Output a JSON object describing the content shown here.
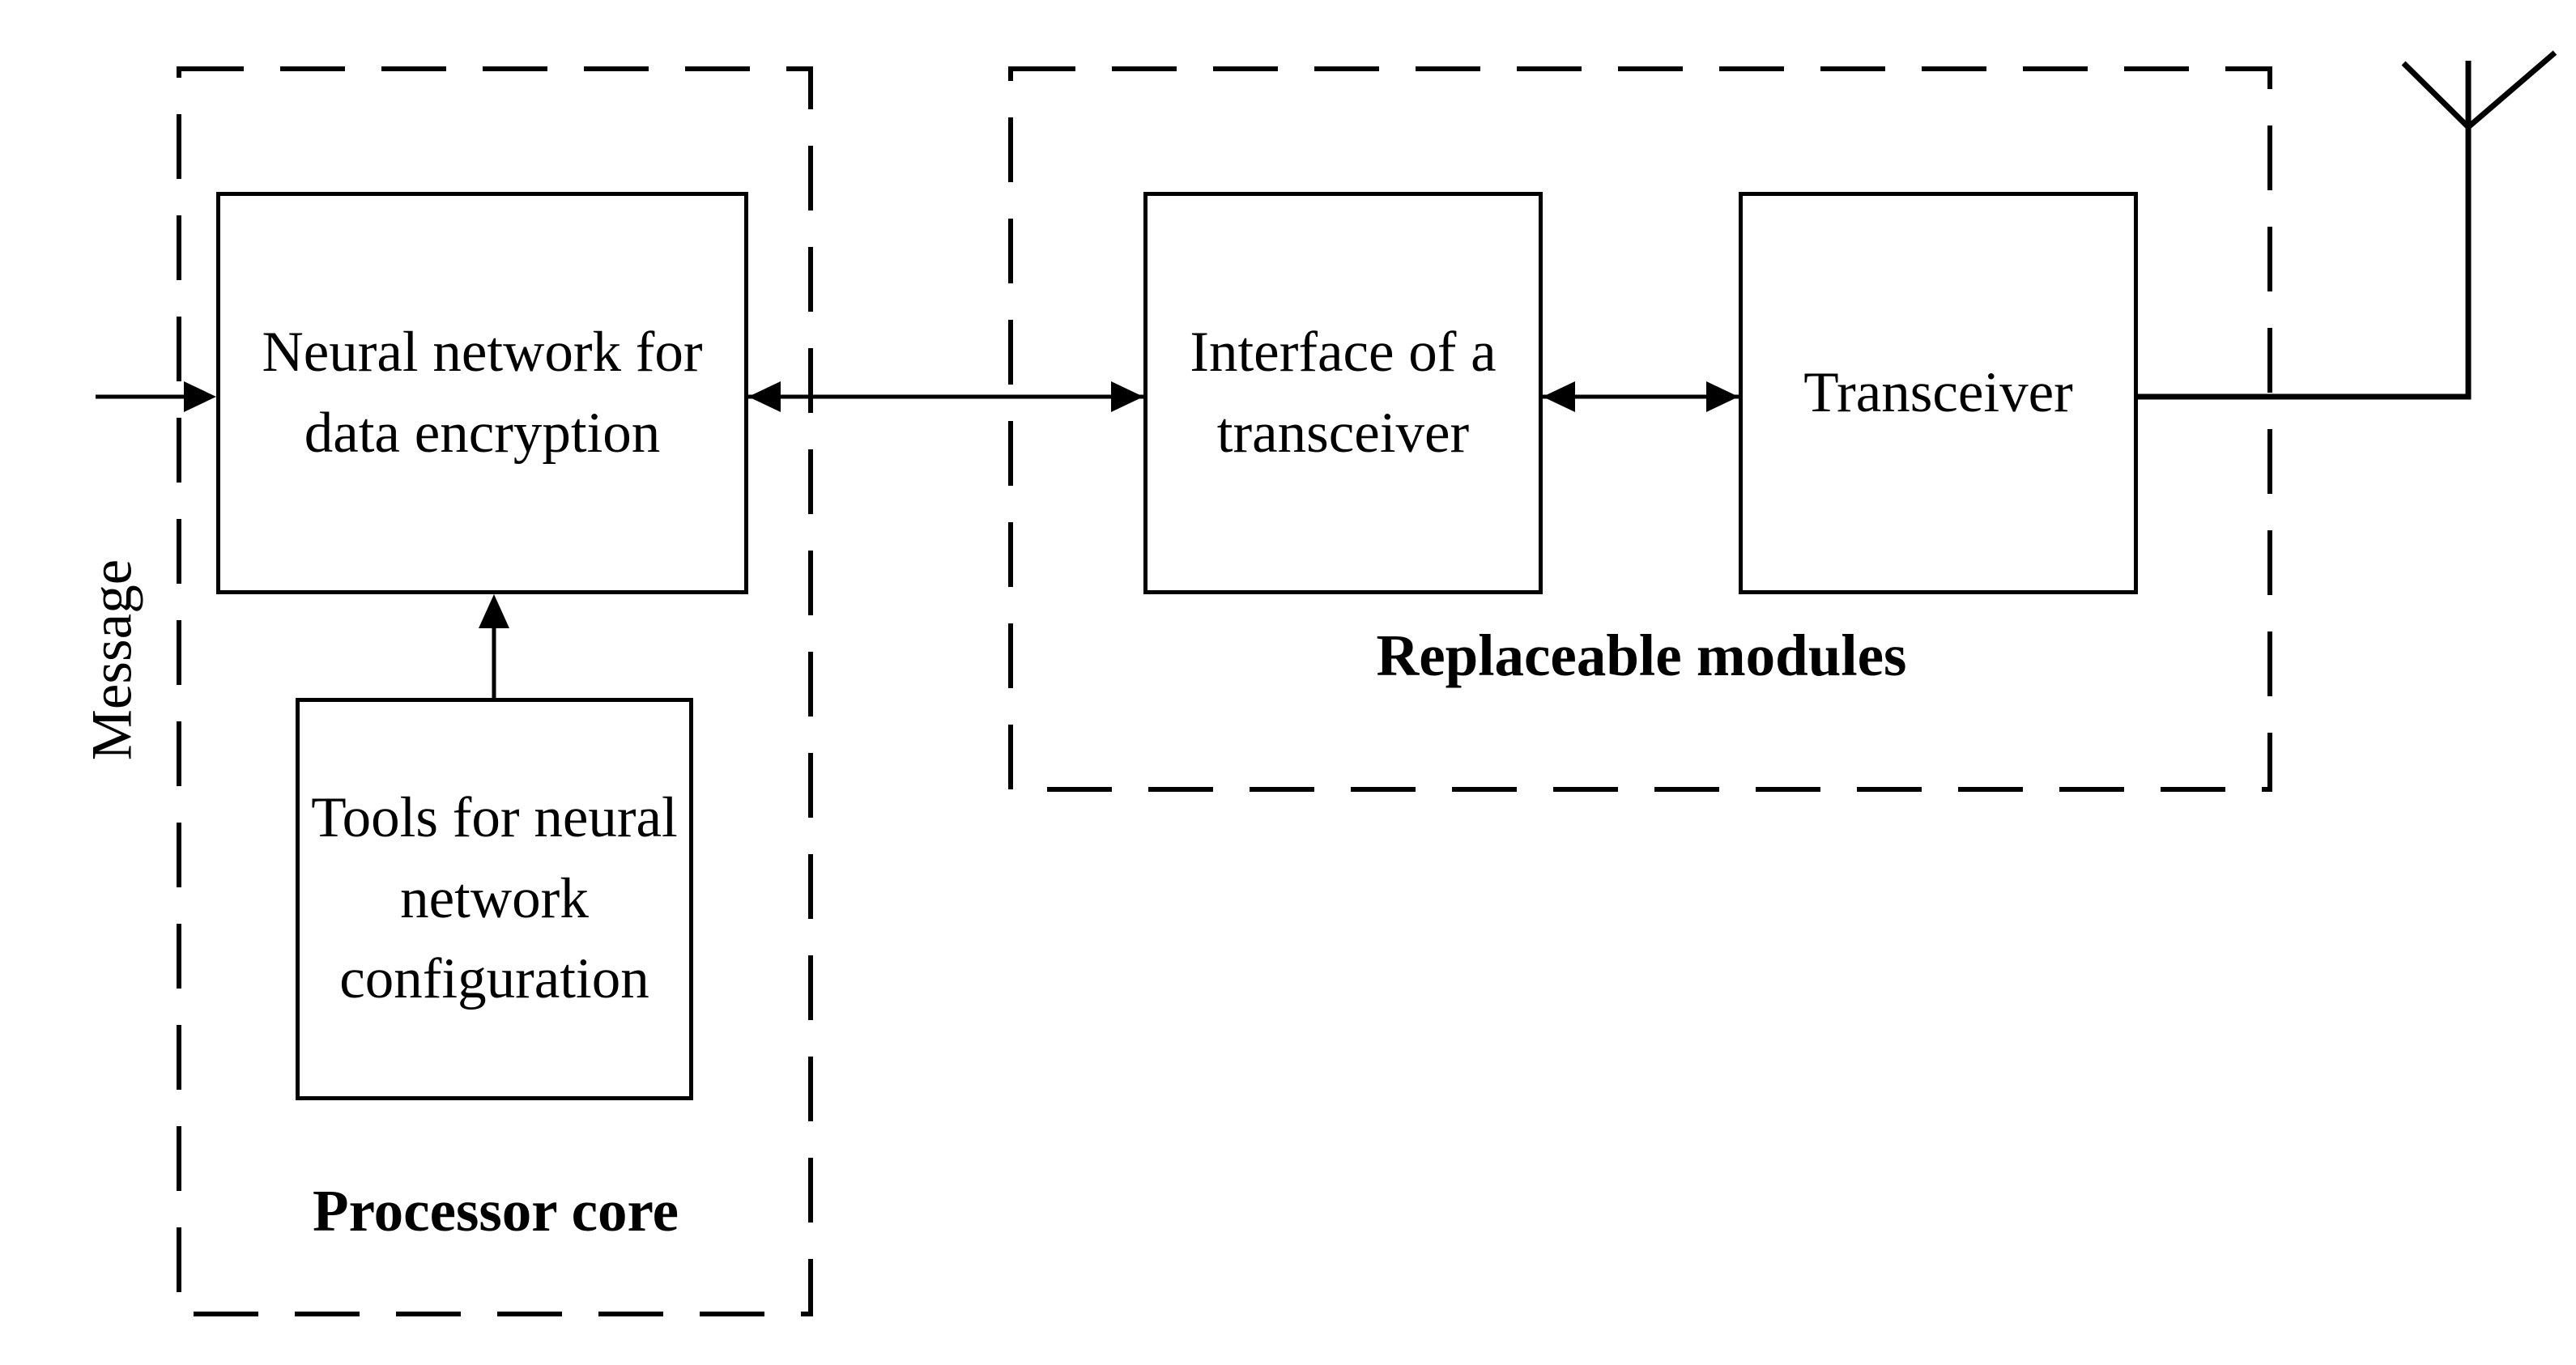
{
  "colors": {
    "background": "#ffffff",
    "line": "#000000",
    "text": "#000000"
  },
  "groups": {
    "processor_core": {
      "label": "Processor core"
    },
    "replaceable_modules": {
      "label": "Replaceable modules"
    }
  },
  "blocks": {
    "neural_network": {
      "label": "Neural network for\ndata encryption"
    },
    "tools": {
      "label": "Tools for neural\nnetwork\nconfiguration"
    },
    "transceiver_interface": {
      "label": "Interface of a\ntransceiver"
    },
    "transceiver": {
      "label": "Transceiver"
    }
  },
  "external": {
    "message_label": "Message"
  },
  "icons": {
    "antenna": "antenna-icon"
  },
  "connections": [
    {
      "from": "message-input",
      "to": "neural_network",
      "type": "arrow"
    },
    {
      "from": "neural_network",
      "to": "transceiver_interface",
      "type": "double-arrow"
    },
    {
      "from": "transceiver_interface",
      "to": "transceiver",
      "type": "double-arrow"
    },
    {
      "from": "tools",
      "to": "neural_network",
      "type": "arrow"
    },
    {
      "from": "transceiver",
      "to": "antenna",
      "type": "line"
    }
  ]
}
